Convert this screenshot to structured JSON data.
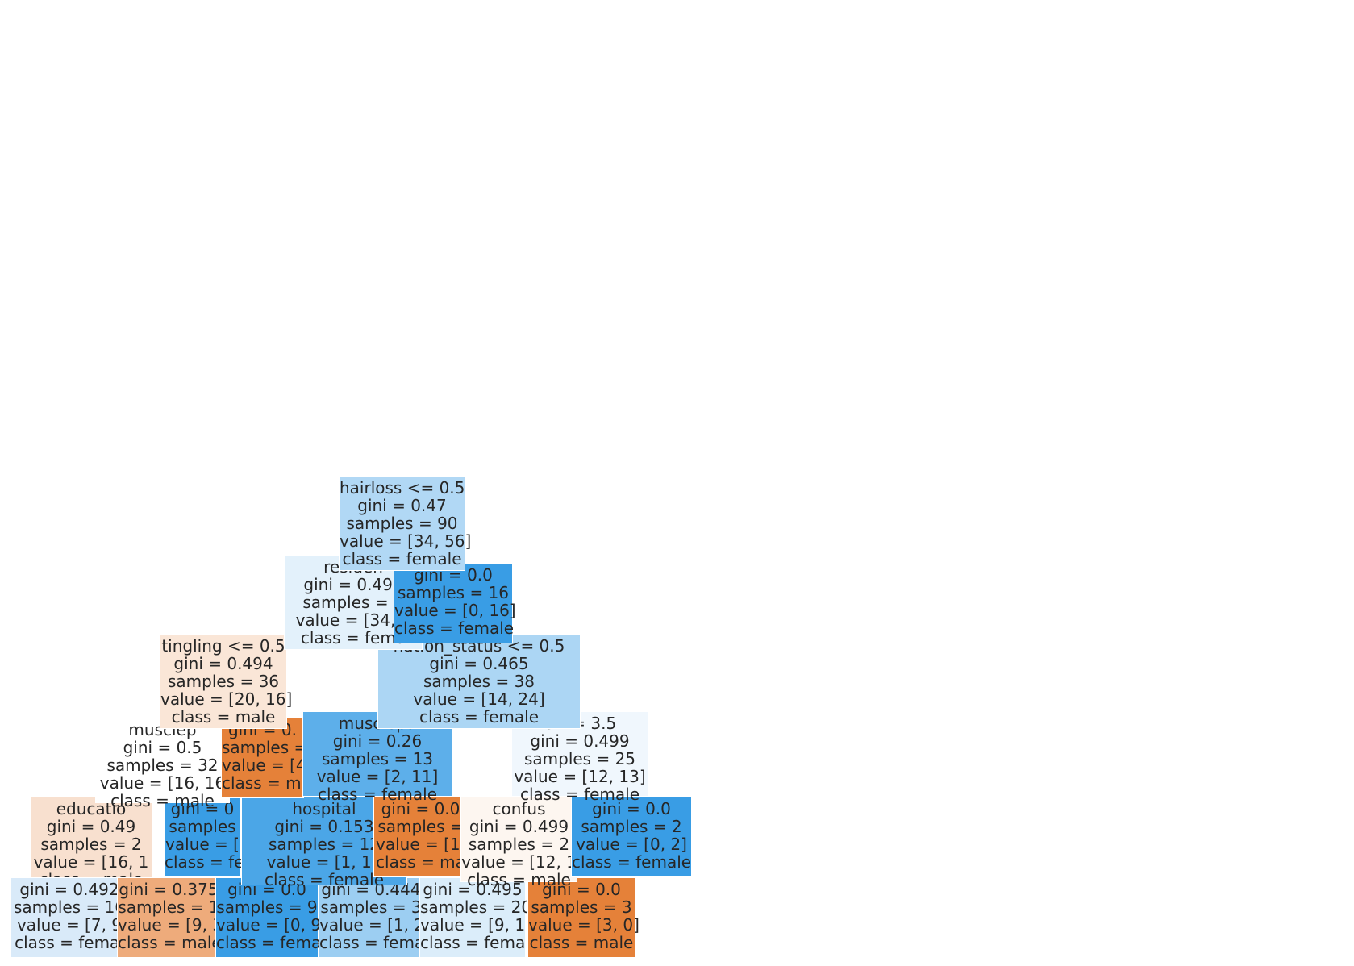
{
  "tree": {
    "nodes": [
      {
        "id": "n-educ",
        "lines": [
          "educatio",
          "gini = 0.49",
          "samples = 2",
          "value = [16, 1",
          "class = male"
        ],
        "fill": "#f8e0cf"
      },
      {
        "id": "n-ll-a",
        "lines": [
          "gini = 0.492",
          "samples = 16",
          "value = [7, 9",
          "class = femal"
        ],
        "fill": "#d9eaf9"
      },
      {
        "id": "n-ll-b",
        "lines": [
          "gini = 0.375",
          "samples = 1",
          "value = [9, 3",
          "class = male"
        ],
        "fill": "#eeab7b"
      },
      {
        "id": "n-ll-c",
        "lines": [
          "gini = 0.0",
          "samples = 9",
          "value = [0, 9",
          "class = fema"
        ],
        "fill": "#399de5"
      },
      {
        "id": "n-ll-d",
        "lines": [
          "gini = 0.444",
          "samples = 3",
          "value = [1, 2",
          "class = fema"
        ],
        "fill": "#9ccef2"
      },
      {
        "id": "n-ll-e",
        "lines": [
          "gini = 0.495",
          "samples = 20",
          "value = [9, 11",
          "class = female"
        ],
        "fill": "#dbedfa"
      },
      {
        "id": "n-ll-f",
        "lines": [
          "gini = 0.0",
          "samples = 3",
          "value = [3, 0]",
          "class = male"
        ],
        "fill": "#e58139"
      },
      {
        "id": "n-l4-a",
        "lines": [
          "gini = 0",
          "samples",
          "value = [",
          "class = fe"
        ],
        "fill": "#399de5"
      },
      {
        "id": "n-l4-b",
        "lines": [
          "hospital",
          "gini = 0.153",
          "samples = 12",
          "value = [1, 11",
          "class = female"
        ],
        "fill": "#4ba6e7"
      },
      {
        "id": "n-l4-c",
        "lines": [
          "gini = 0.0",
          "samples =",
          "value = [1,",
          "class = ma"
        ],
        "fill": "#e58139"
      },
      {
        "id": "n-confus",
        "lines": [
          "confus",
          "gini = 0.499",
          "samples = 2",
          "value = [12, 1",
          "class = male"
        ],
        "fill": "#fdf6f0"
      },
      {
        "id": "n-l4-g",
        "lines": [
          "gini = 0.0",
          "samples = 2",
          "value = [0, 2]",
          "class = female"
        ],
        "fill": "#399de5"
      },
      {
        "id": "n-muscle-l",
        "lines": [
          "musclep",
          "gini = 0.5",
          "samples = 32",
          "value = [16, 16",
          "class = male"
        ],
        "fill": "#ffffff"
      },
      {
        "id": "n-l3-b",
        "lines": [
          "gini = 0.",
          "samples =",
          "value = [4",
          "class = ma"
        ],
        "fill": "#e58139"
      },
      {
        "id": "n-muscle-r",
        "lines": [
          "musclepa",
          "gini = 0.26",
          "samples = 13",
          "value = [2, 11]",
          "class = female"
        ],
        "fill": "#5dafea"
      },
      {
        "id": "n-age",
        "lines": [
          "e <= 3.5",
          "gini = 0.499",
          "samples = 25",
          "value = [12, 13]",
          "class = female"
        ],
        "fill": "#f0f7fd"
      },
      {
        "id": "n-tingling",
        "lines": [
          "tingling <= 0.5",
          "gini = 0.494",
          "samples = 36",
          "value = [20, 16]",
          "class = male"
        ],
        "fill": "#fae6d7"
      },
      {
        "id": "n-nation",
        "lines": [
          "nation_status <= 0.5",
          "gini = 0.465",
          "samples = 38",
          "value = [14, 24]",
          "class = female"
        ],
        "fill": "#acd6f4"
      },
      {
        "id": "n-resid",
        "lines": [
          "residen",
          "gini = 0.497",
          "samples = 7",
          "value = [34, 4",
          "class = fema"
        ],
        "fill": "#e3f1fb"
      },
      {
        "id": "n-l1-r",
        "lines": [
          "gini = 0.0",
          "samples = 16",
          "value = [0, 16]",
          "class = female"
        ],
        "fill": "#399de5"
      },
      {
        "id": "n-root",
        "lines": [
          "hairloss <= 0.5",
          "gini = 0.47",
          "samples = 90",
          "value = [34, 56]",
          "class = female"
        ],
        "fill": "#b1d8f5"
      }
    ]
  }
}
